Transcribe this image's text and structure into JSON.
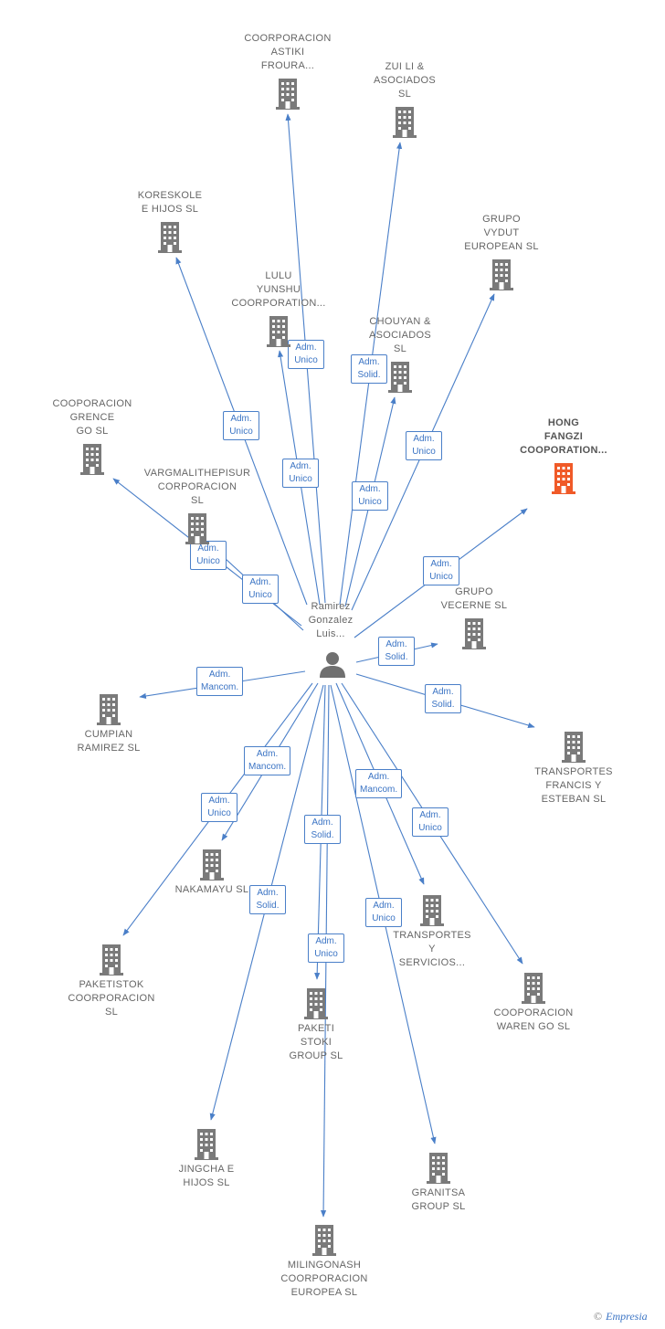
{
  "colors": {
    "edge": "#4a7fc8",
    "building": "#7a7a7a",
    "highlight": "#f05a28",
    "person": "#707070"
  },
  "center": {
    "label": "Ramirez\nGonzalez\nLuis...",
    "icon": "person-icon"
  },
  "nodes": [
    {
      "id": "n1",
      "label": "COORPORACION\nASTIKI\nFROURA..."
    },
    {
      "id": "n2",
      "label": "ZUI LI &\nASOCIADOS\nSL"
    },
    {
      "id": "n3",
      "label": "KORESKOLE\nE HIJOS  SL"
    },
    {
      "id": "n4",
      "label": "GRUPO\nVYDUT\nEUROPEAN  SL"
    },
    {
      "id": "n5",
      "label": "LULU\nYUNSHU\nCOORPORATION..."
    },
    {
      "id": "n6",
      "label": "CHOUYAN &\nASOCIADOS\nSL"
    },
    {
      "id": "n7",
      "label": "HONG\nFANGZI\nCOOPORATION...",
      "highlight": true
    },
    {
      "id": "n8",
      "label": "COOPORACION\nGRENCE\nGO  SL"
    },
    {
      "id": "n9",
      "label": "VARGMALITHEPISUR\nCORPORACION\nSL"
    },
    {
      "id": "n10",
      "label": "GRUPO\nVECERNE  SL"
    },
    {
      "id": "n11",
      "label": "CUMPIAN\nRAMIREZ SL"
    },
    {
      "id": "n12",
      "label": "TRANSPORTES\nFRANCIS Y\nESTEBAN SL"
    },
    {
      "id": "n13",
      "label": "NAKAMAYU  SL"
    },
    {
      "id": "n14",
      "label": "TRANSPORTES\nY\nSERVICIOS..."
    },
    {
      "id": "n15",
      "label": "PAKETISTOK\nCOORPORACION\nSL"
    },
    {
      "id": "n16",
      "label": "COOPORACION\nWAREN GO  SL"
    },
    {
      "id": "n17",
      "label": "PAKETI\nSTOKI\nGROUP  SL"
    },
    {
      "id": "n18",
      "label": "JINGCHA E\nHIJOS  SL"
    },
    {
      "id": "n19",
      "label": "GRANITSA\nGROUP  SL"
    },
    {
      "id": "n20",
      "label": "MILINGONASH\nCOORPORACION\nEUROPEA  SL"
    }
  ],
  "edges": [
    {
      "to": "n1",
      "label": "Adm.\nUnico"
    },
    {
      "to": "n2",
      "label": "Adm.\nSolid."
    },
    {
      "to": "n3",
      "label": "Adm.\nUnico"
    },
    {
      "to": "n4",
      "label": "Adm.\nUnico"
    },
    {
      "to": "n5",
      "label": "Adm.\nUnico"
    },
    {
      "to": "n6",
      "label": "Adm.\nUnico"
    },
    {
      "to": "n7",
      "label": "Adm.\nUnico"
    },
    {
      "to": "n8",
      "label": "Adm.\nUnico"
    },
    {
      "to": "n9",
      "label": "Adm.\nUnico"
    },
    {
      "to": "n10",
      "label": "Adm.\nSolid."
    },
    {
      "to": "n11",
      "label": "Adm.\nMancom."
    },
    {
      "to": "n12",
      "label": "Adm.\nSolid."
    },
    {
      "to": "n13",
      "label": "Adm.\nMancom."
    },
    {
      "to": "n14",
      "label": "Adm.\nMancom."
    },
    {
      "to": "n15",
      "label": "Adm.\nUnico"
    },
    {
      "to": "n16",
      "label": "Adm.\nUnico"
    },
    {
      "to": "n17",
      "label": "Adm.\nUnico"
    },
    {
      "to": "n18",
      "label": "Adm.\nSolid."
    },
    {
      "to": "n19",
      "label": "Adm.\nUnico"
    },
    {
      "to": "n20",
      "label": "Adm.\nSolid."
    }
  ],
  "footer": {
    "copyright": "©",
    "brand": "Empresia"
  }
}
